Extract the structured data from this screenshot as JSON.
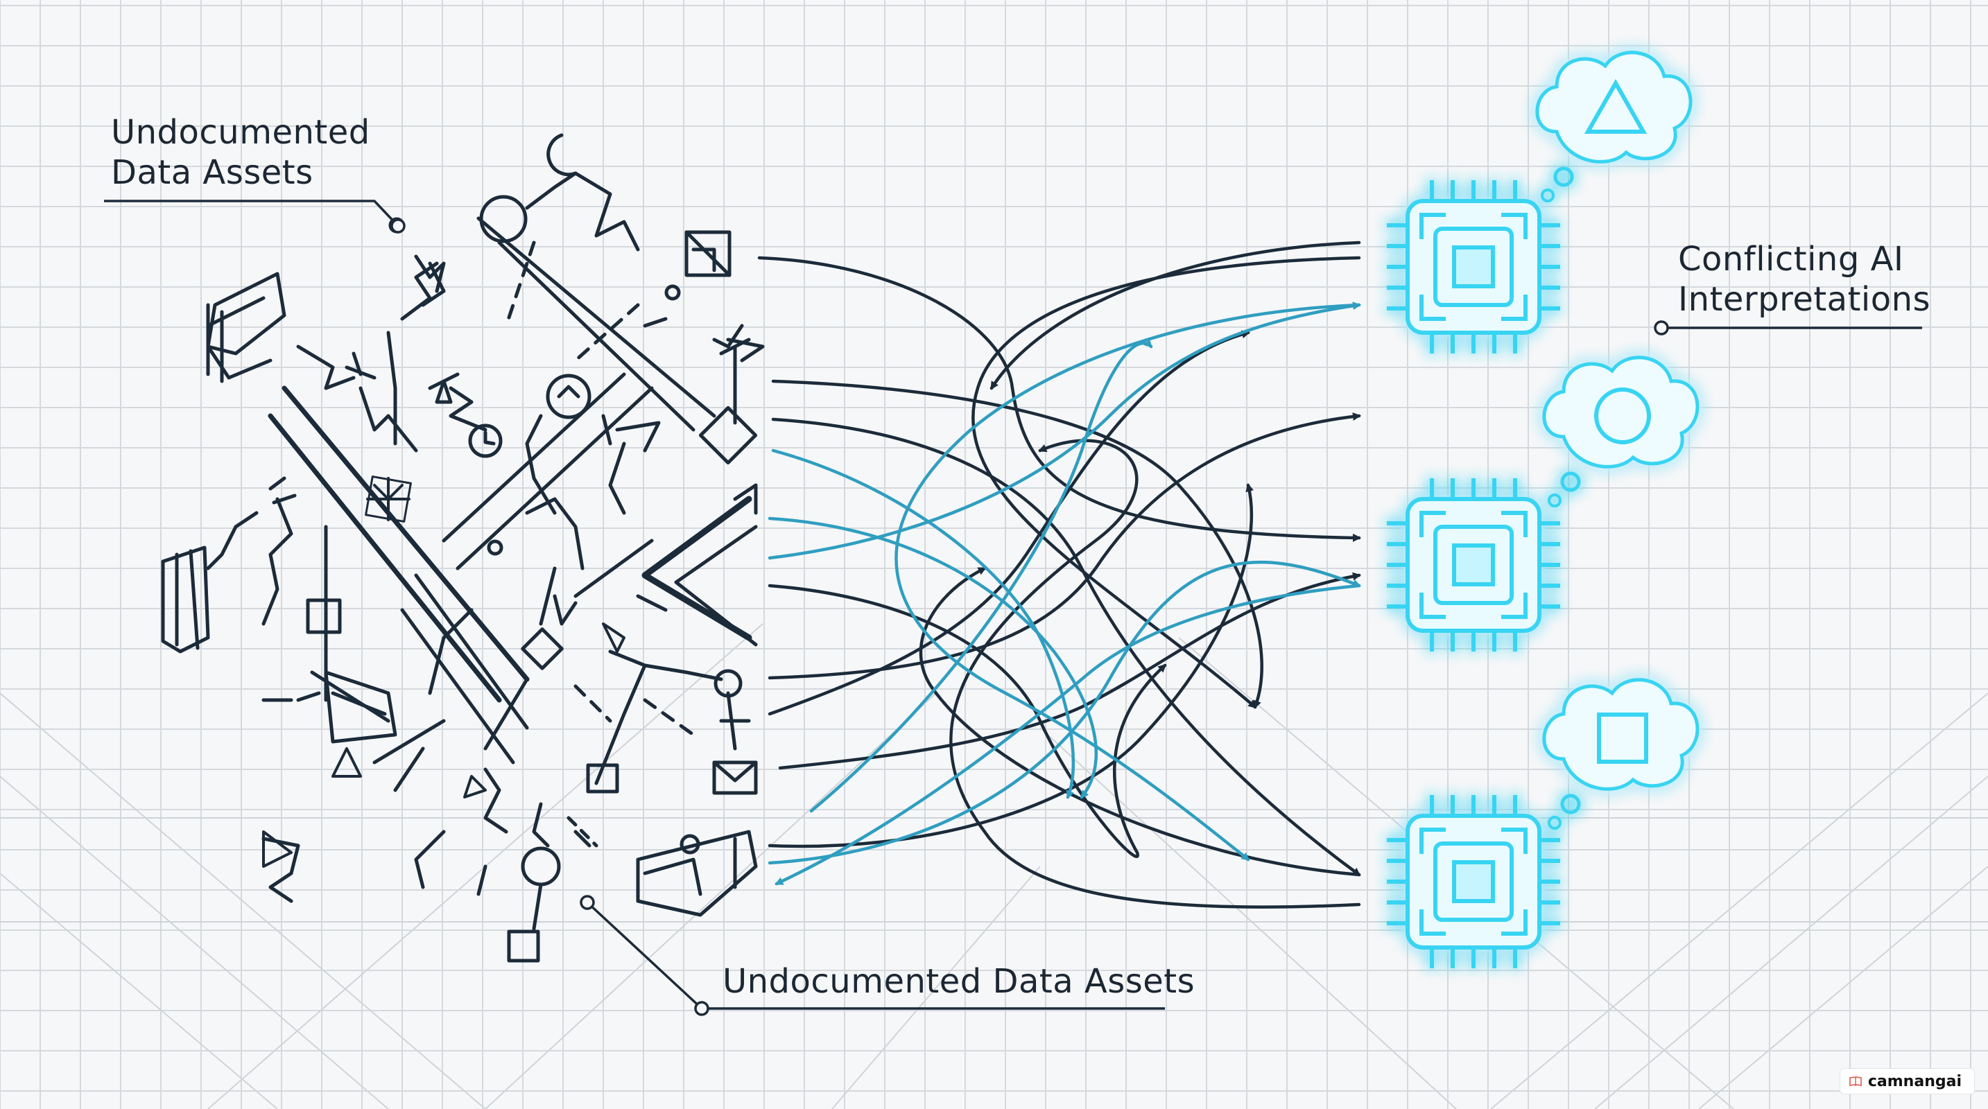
{
  "labels": {
    "top_left": [
      "Undocumented",
      "Data Assets"
    ],
    "bottom": "Undocumented Data Assets",
    "right": [
      "Conflicting AI",
      "Interpretations"
    ]
  },
  "chips": [
    {
      "thought_shape": "triangle-icon"
    },
    {
      "thought_shape": "circle-icon"
    },
    {
      "thought_shape": "square-icon"
    }
  ],
  "watermark": {
    "text": "camnangai"
  },
  "colors": {
    "ink": "#1c2b3a",
    "teal": "#2f9ec0",
    "glow": "#39d4f2",
    "grid": "#d5d9dd",
    "background": "#f6f7f8"
  }
}
